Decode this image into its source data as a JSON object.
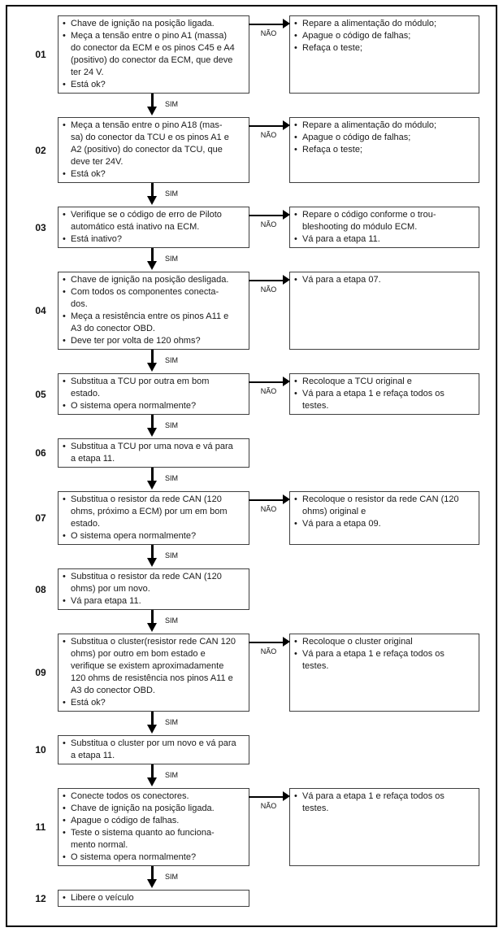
{
  "labels": {
    "nao": "NÃO",
    "sim": "SIM"
  },
  "colors": {
    "frame_border": "#000000",
    "box_border": "#3f3f3f",
    "arrow": "#000000",
    "text": "#1a1a1a",
    "background": "#ffffff"
  },
  "icons": [
    "right-arrow-icon",
    "down-arrow-icon"
  ],
  "steps": [
    {
      "number": "01",
      "main": [
        "Chave de ignição na posição ligada.",
        "Meça a tensão entre o pino A1 (massa) do conector da ECM e os pinos C45 e A4 (positivo) do conector da ECM, que deve ter 24 V.",
        "Está ok?"
      ],
      "no": [
        "Repare a alimentação do módulo;",
        "Apague o código de falhas;",
        "Refaça o teste;"
      ]
    },
    {
      "number": "02",
      "main": [
        "Meça a tensão entre o pino A18 (mas-\nsa) do conector da TCU e os pinos A1 e A2 (positivo) do conector da TCU, que deve ter 24V.",
        "Está ok?"
      ],
      "no": [
        "Repare a alimentação do módulo;",
        "Apague o código de falhas;",
        "Refaça o teste;"
      ]
    },
    {
      "number": "03",
      "main": [
        "Verifique se o código de erro de Piloto automático está inativo na ECM.",
        "Está inativo?"
      ],
      "no": [
        "Repare o código conforme o trou-\nbleshooting do módulo ECM.",
        "Vá para a etapa 11."
      ]
    },
    {
      "number": "04",
      "main": [
        "Chave de ignição na posição desligada.",
        "Com todos os componentes conecta-\ndos.",
        "Meça a resistência entre os pinos A11 e A3 do conector OBD.",
        "Deve ter por volta de 120 ohms?"
      ],
      "no": [
        "Vá para a etapa 07."
      ]
    },
    {
      "number": "05",
      "main": [
        "Substitua a TCU por outra em bom estado.",
        "O sistema opera normalmente?"
      ],
      "no": [
        "Recoloque a TCU original e",
        "Vá para a etapa 1 e refaça todos os testes."
      ]
    },
    {
      "number": "06",
      "main": [
        "Substitua a TCU por uma nova e vá para a etapa 11."
      ]
    },
    {
      "number": "07",
      "main": [
        "Substitua o resistor da rede CAN (120 ohms, próximo a ECM) por um em bom estado.",
        "O sistema opera normalmente?"
      ],
      "no": [
        "Recoloque o resistor da rede CAN (120 ohms) original e",
        "Vá para a etapa 09."
      ]
    },
    {
      "number": "08",
      "main": [
        "Substitua o resistor da rede CAN (120 ohms) por um novo.",
        "Vá para etapa 11."
      ]
    },
    {
      "number": "09",
      "main": [
        "Substitua o cluster(resistor rede CAN 120 ohms) por outro em bom estado e verifique se existem aproximadamente 120 ohms de resistência nos pinos A11 e A3 do conector OBD.",
        "Está ok?"
      ],
      "no": [
        "Recoloque o cluster original",
        "Vá para a etapa 1 e refaça todos os testes."
      ]
    },
    {
      "number": "10",
      "main": [
        "Substitua o cluster por um novo e vá para a etapa 11."
      ]
    },
    {
      "number": "11",
      "main": [
        "Conecte todos os conectores.",
        "Chave de ignição na posição ligada.",
        "Apague o código de falhas.",
        "Teste o sistema quanto ao funciona-\nmento normal.",
        "O sistema opera normalmente?"
      ],
      "no": [
        "Vá para a etapa 1 e refaça todos os testes."
      ]
    },
    {
      "number": "12",
      "main": [
        "Libere o veículo"
      ]
    }
  ]
}
